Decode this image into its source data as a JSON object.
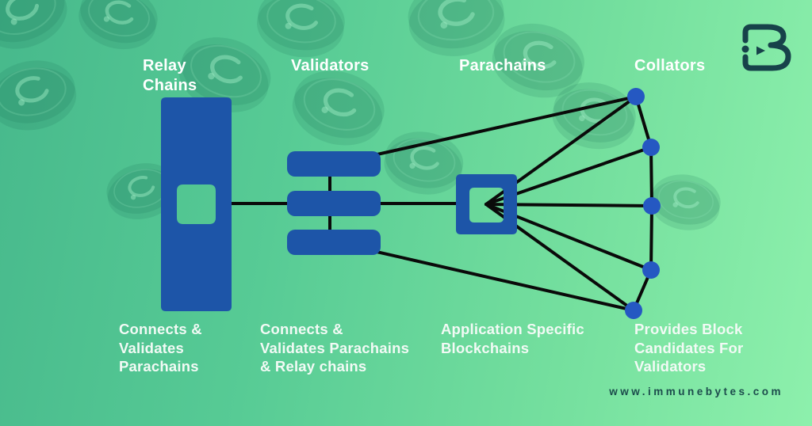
{
  "brand": {
    "logo_icon": "immunebytes-monogram",
    "website": "www.immunebytes.com"
  },
  "colors": {
    "background_start": "#47b98c",
    "background_end": "#8df0ac",
    "shape_blue": "#1d55a8",
    "node_blue": "#2558c2",
    "connector_black": "#0a0a0a",
    "heading_white": "#ffffff",
    "brand_teal": "#17424a"
  },
  "columns": [
    {
      "id": "relay-chains",
      "header_lines": [
        "Relay",
        "Chains"
      ],
      "caption_lines": [
        "Connects &",
        "Validates",
        "Parachains"
      ]
    },
    {
      "id": "validators",
      "header_lines": [
        "Validators"
      ],
      "caption_lines": [
        "Connects &",
        "Validates Parachains",
        "& Relay chains"
      ]
    },
    {
      "id": "parachains",
      "header_lines": [
        "Parachains"
      ],
      "caption_lines": [
        "Application Specific",
        "Blockchains"
      ]
    },
    {
      "id": "collators",
      "header_lines": [
        "Collators"
      ],
      "caption_lines": [
        "Provides Block",
        "Candidates For",
        "Validators"
      ]
    }
  ]
}
